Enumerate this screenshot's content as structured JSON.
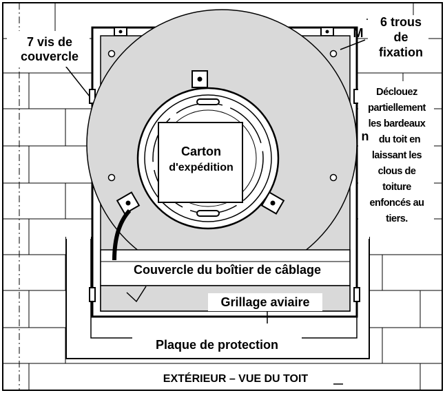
{
  "labels": {
    "cover_screws": [
      "7 vis de",
      "couvercle"
    ],
    "mounting_holes": [
      "6 trous",
      "de",
      "fixation"
    ],
    "mounting_marker": "M",
    "shingle_note": [
      "Déclouez",
      "partiellement",
      "les bardeaux",
      "du toit en",
      "laissant les",
      "clous de",
      "toiture",
      "enfoncés au",
      "tiers."
    ],
    "shingle_marker": "n",
    "shipping_carton": [
      "Carton",
      "d'expédition"
    ],
    "wiring_box_cover": "Couvercle du boîtier de câblage",
    "bird_screen": "Grillage aviaire",
    "flashing_plate": "Plaque de protection",
    "view_title": "EXTÉRIEUR – VUE DU TOIT"
  },
  "colors": {
    "housing_fill": "#d9d9d9",
    "line": "#000000",
    "background": "#ffffff"
  }
}
